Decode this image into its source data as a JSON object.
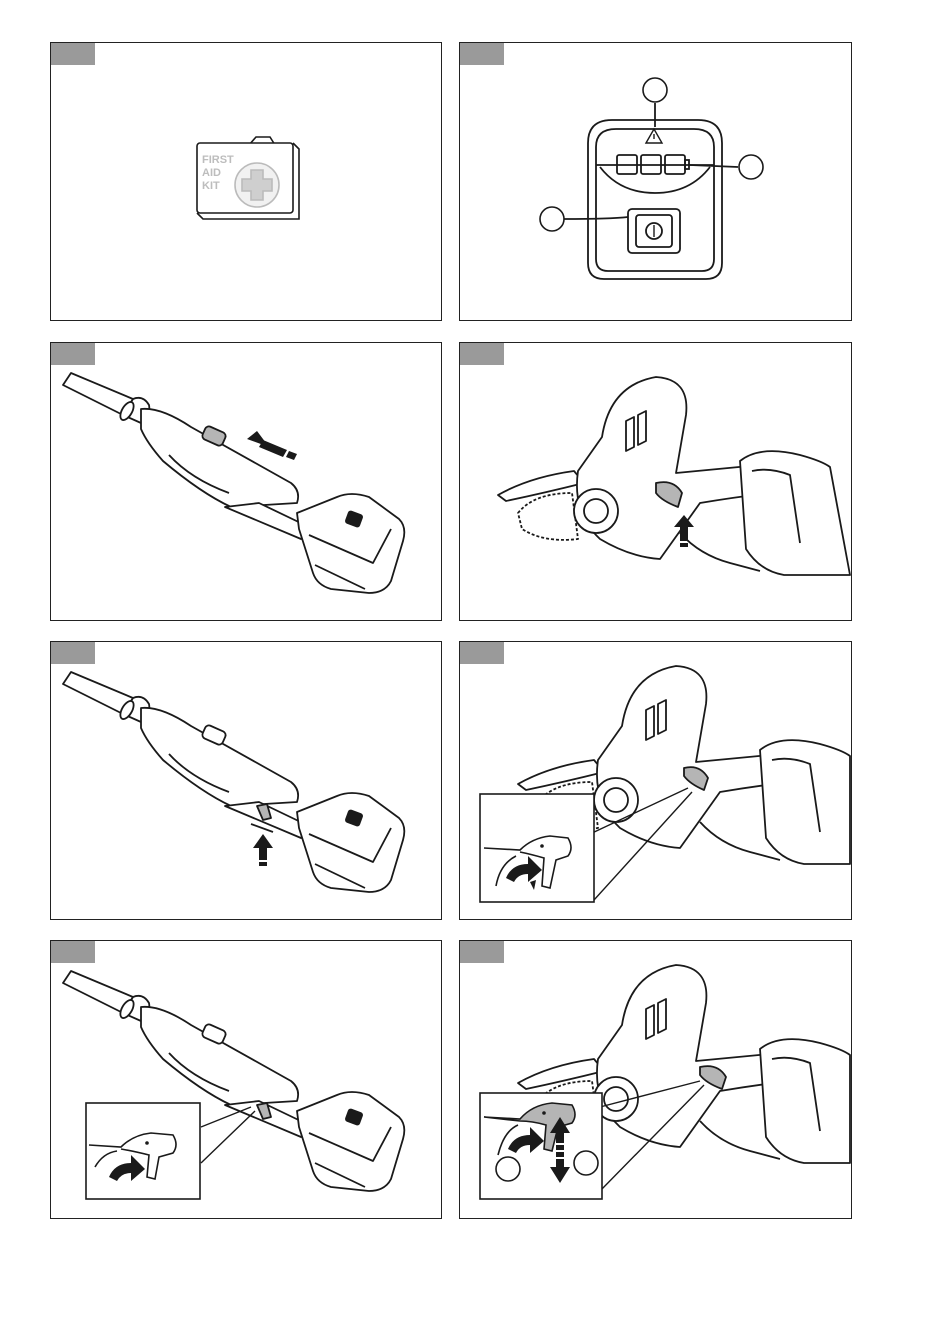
{
  "figures": [
    {
      "id": "first-aid-kit",
      "kit_label": [
        "FIRST",
        "AID",
        "KIT"
      ]
    },
    {
      "id": "battery-control-panel"
    },
    {
      "id": "pole-handle-trigger-lock"
    },
    {
      "id": "saw-head-trigger-lock"
    },
    {
      "id": "pole-handle-release-trigger"
    },
    {
      "id": "saw-head-trigger-detail"
    },
    {
      "id": "pole-handle-trigger-detail"
    },
    {
      "id": "saw-head-trigger-range"
    }
  ],
  "colors": {
    "border": "#222222",
    "tab": "#9a9a9a",
    "line": "#1a1a1a",
    "gray_fill": "#b5b5b5",
    "light_fill": "#e8e8e8"
  }
}
